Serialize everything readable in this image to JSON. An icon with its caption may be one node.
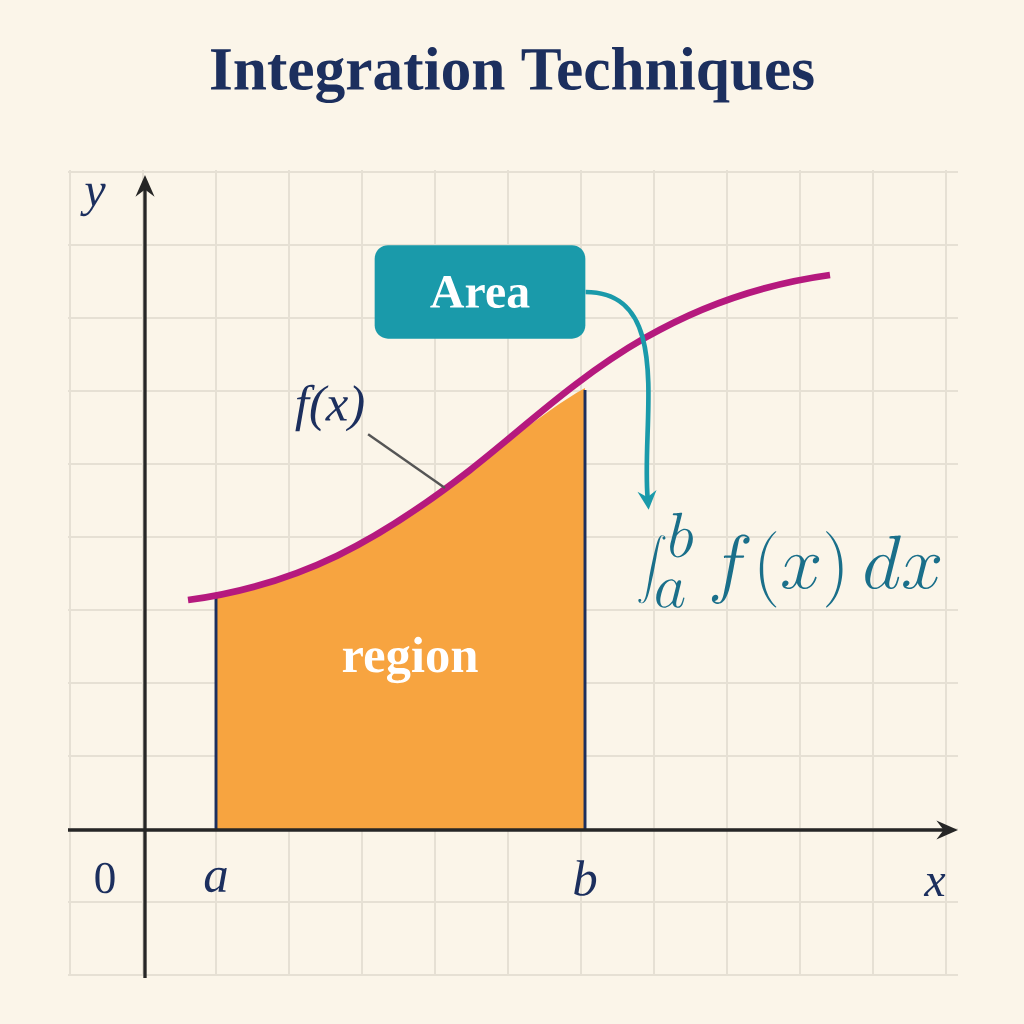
{
  "diagram": {
    "title": "Integration Techniques",
    "nodes": [
      {
        "text": [
          "Area"
        ]
      },
      {
        "text": [
          "\\int_a^b f(x)\\,dx"
        ]
      },
      {
        "text": [
          "f(x)"
        ]
      }
    ],
    "edges": [
      {
        "from": 0,
        "to": 1,
        "arrow": "to",
        "style": "thick"
      },
      {
        "from": 2,
        "to": null,
        "arrow": "none",
        "color": "#555555"
      }
    ],
    "labels": [
      "y",
      "x",
      "0",
      "a",
      "b",
      "region"
    ]
  }
}
